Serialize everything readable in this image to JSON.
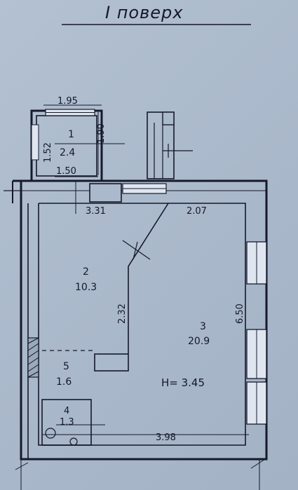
{
  "title": "I поверх",
  "rooms": [
    {
      "number": "1",
      "area": "2.4"
    },
    {
      "number": "2",
      "area": "10.3"
    },
    {
      "number": "3",
      "area": "20.9"
    },
    {
      "number": "4",
      "area": "1.3"
    },
    {
      "number": "5",
      "area": "1.6"
    }
  ],
  "dimensions": {
    "d1": "1.95",
    "d2": "1.90",
    "d3": "1.52",
    "d4": "1.50",
    "d5": "3.31",
    "d6": "2.07",
    "d7": "2.32",
    "d8": "6.50",
    "d9": "3.98"
  },
  "height_label": "H= 3.45"
}
